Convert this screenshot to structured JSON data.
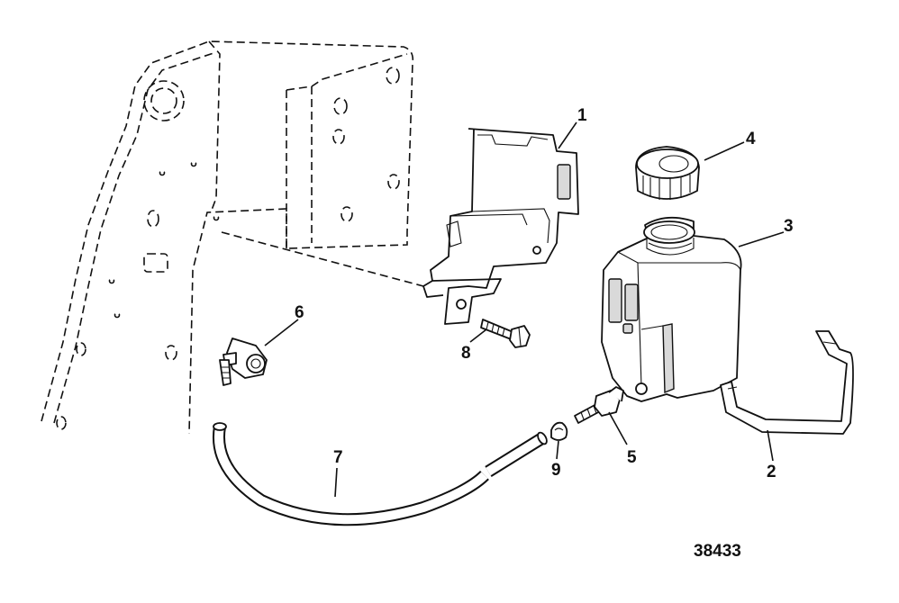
{
  "figure_number": "38433",
  "callouts": [
    {
      "id": "1",
      "text": "1"
    },
    {
      "id": "2",
      "text": "2"
    },
    {
      "id": "3",
      "text": "3"
    },
    {
      "id": "4",
      "text": "4"
    },
    {
      "id": "5",
      "text": "5"
    },
    {
      "id": "6",
      "text": "6"
    },
    {
      "id": "7",
      "text": "7"
    },
    {
      "id": "8",
      "text": "8"
    },
    {
      "id": "9",
      "text": "9"
    }
  ]
}
